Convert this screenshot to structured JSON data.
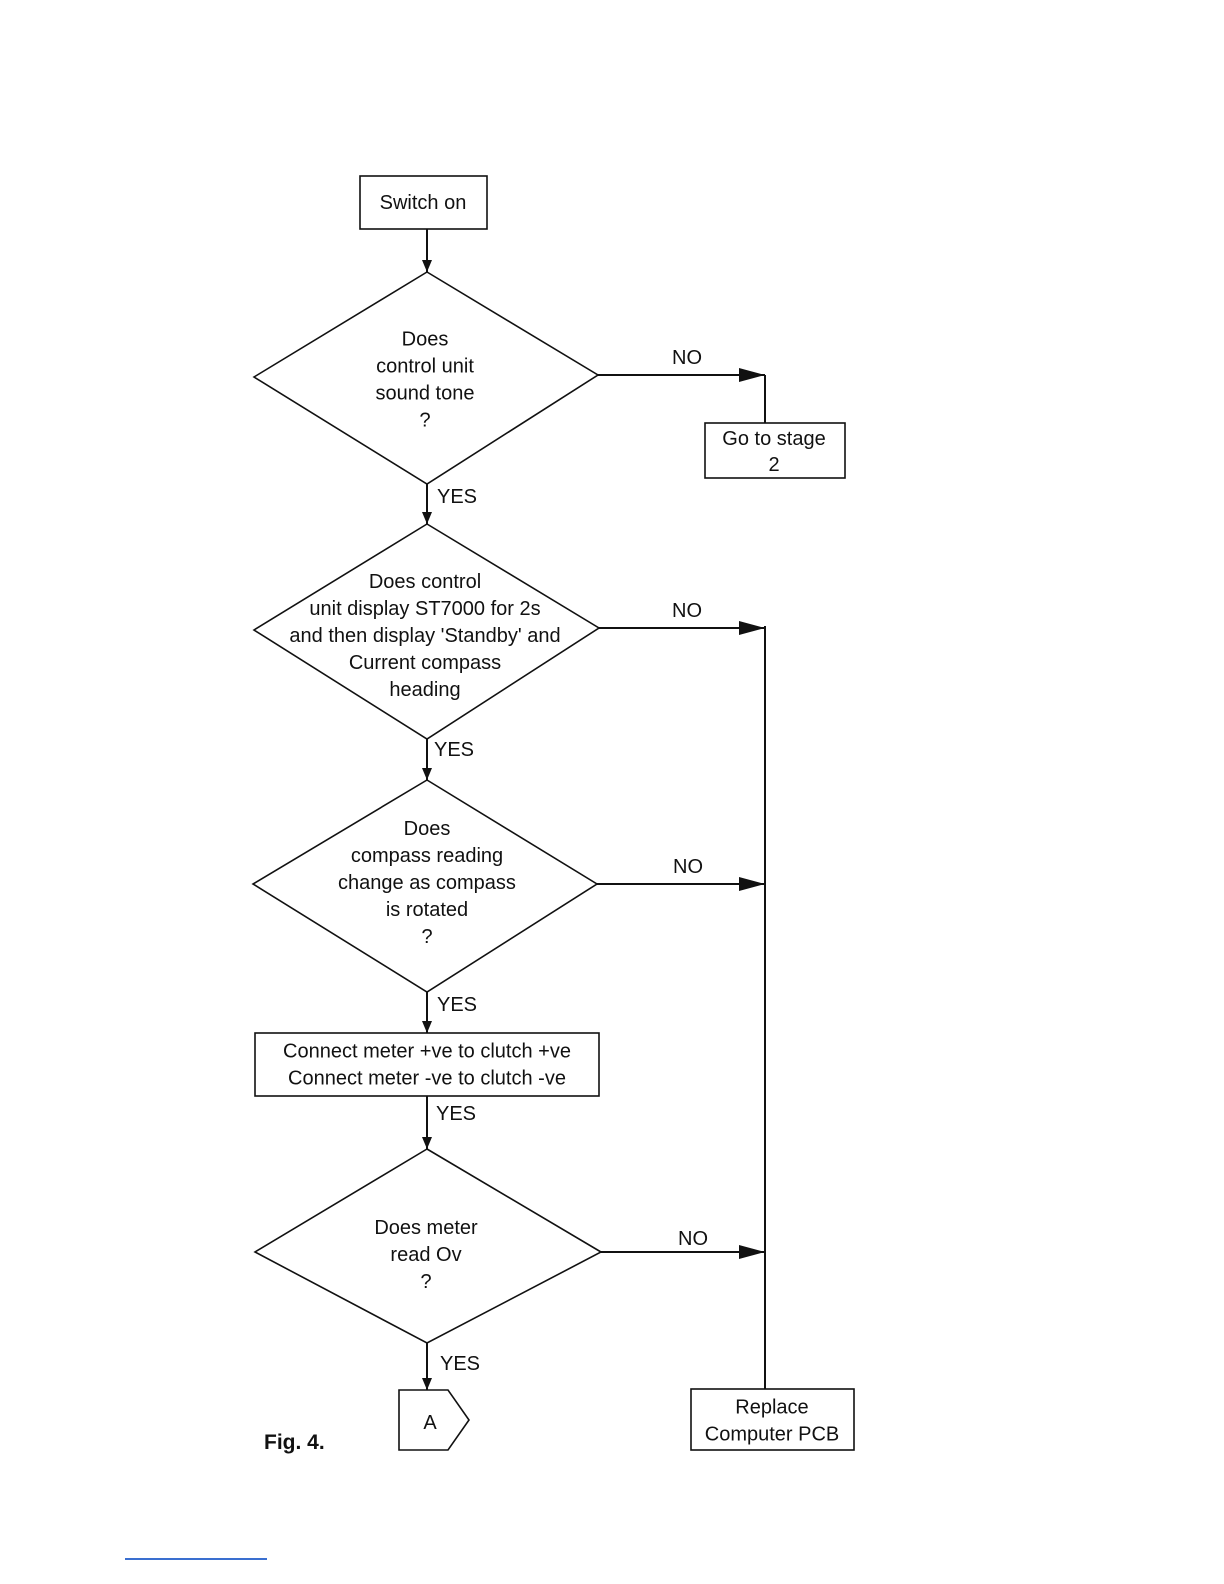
{
  "nodes": {
    "start": {
      "lines": [
        "Switch  on"
      ]
    },
    "q1": {
      "lines": [
        "Does",
        "control unit",
        "sound tone",
        "?"
      ]
    },
    "stage2": {
      "lines": [
        "Go to stage",
        "2"
      ]
    },
    "q2": {
      "lines": [
        "Does control",
        "unit display ST7000 for 2s",
        "and then display 'Standby' and",
        "Current compass",
        "heading"
      ]
    },
    "q3": {
      "lines": [
        "Does",
        "compass reading",
        "change as compass",
        "is rotated",
        "?"
      ]
    },
    "connect": {
      "lines": [
        "Connect meter +ve to clutch +ve",
        "Connect meter -ve to clutch -ve"
      ]
    },
    "q4": {
      "lines": [
        "Does meter",
        "read Ov",
        "?"
      ]
    },
    "connectorA": {
      "label": "A"
    },
    "replace": {
      "lines": [
        "Replace",
        "Computer PCB"
      ]
    }
  },
  "edge_labels": {
    "yes": "YES",
    "no": "NO"
  },
  "figure_label": "Fig. 4."
}
